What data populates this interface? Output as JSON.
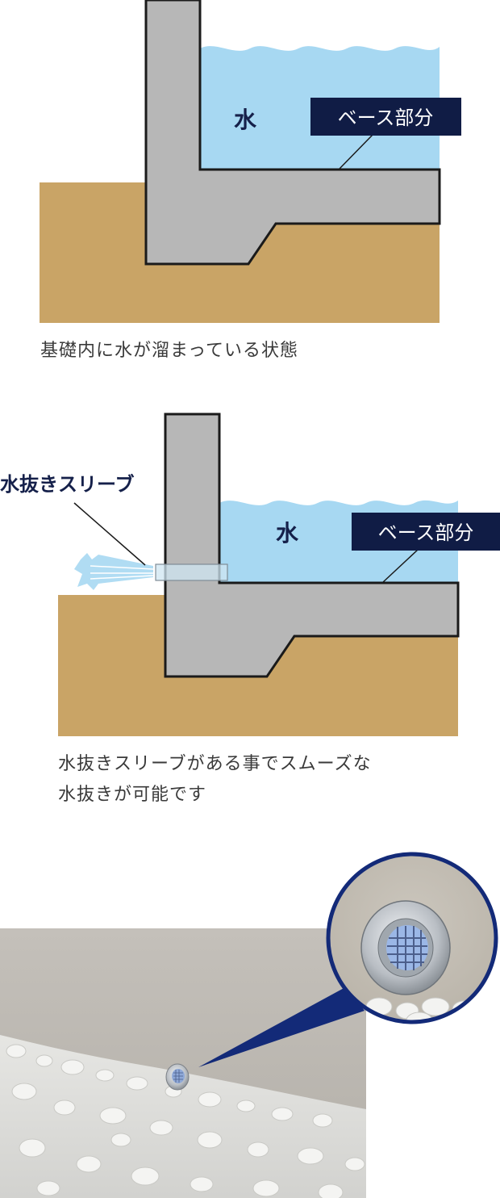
{
  "colors": {
    "water": "#a7d8f2",
    "soil": "#c9a466",
    "concrete": "#b7b7b7",
    "navy": "#101c45",
    "caption_text": "#3a3a3a"
  },
  "diagram1": {
    "water_label": "水",
    "base_label": "ベース部分",
    "caption": "基礎内に水が溜まっている状態"
  },
  "diagram2": {
    "water_label": "水",
    "base_label": "ベース部分",
    "sleeve_label": "水抜きスリーブ",
    "caption_line1": "水抜きスリーブがある事でスムーズな",
    "caption_line2": "水抜きが可能です"
  },
  "photo": {
    "content": "drain-sleeve-in-foundation-wall-with-gravel",
    "magnifier": "zoomed-drain-grate-icon"
  }
}
